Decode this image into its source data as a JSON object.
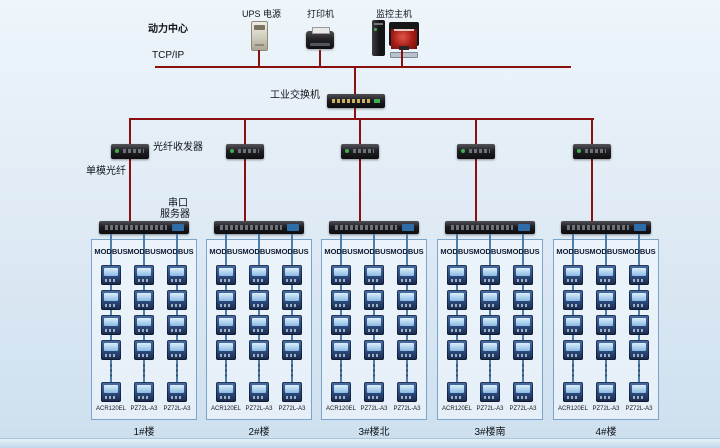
{
  "colors": {
    "background_top": "#eef5fb",
    "background_bottom": "#cddfee",
    "line_red": "#8a1010",
    "line_blue": "#4d7dab",
    "panel_border": "#7ba4cb",
    "meter_body": "#2c4a7d"
  },
  "header": {
    "power_center": "动力中心",
    "tcpip": "TCP/IP",
    "ups": "UPS 电源",
    "printer": "打印机",
    "host": "监控主机",
    "switch": "工业交换机"
  },
  "annotations": {
    "fiber_transceiver": "光纤收发器",
    "single_mode_fiber": "单模光纤",
    "serial_server_line1": "串口",
    "serial_server_line2": "服务器",
    "ellipsis": "⋮"
  },
  "groups": {
    "bus_label": "MODBUS",
    "meter_models": [
      "ACR120EL",
      "PZ72L-A3",
      "PZ72L-A3"
    ],
    "names": [
      "1#楼",
      "2#楼",
      "3#楼北",
      "3#楼南",
      "4#楼"
    ]
  }
}
